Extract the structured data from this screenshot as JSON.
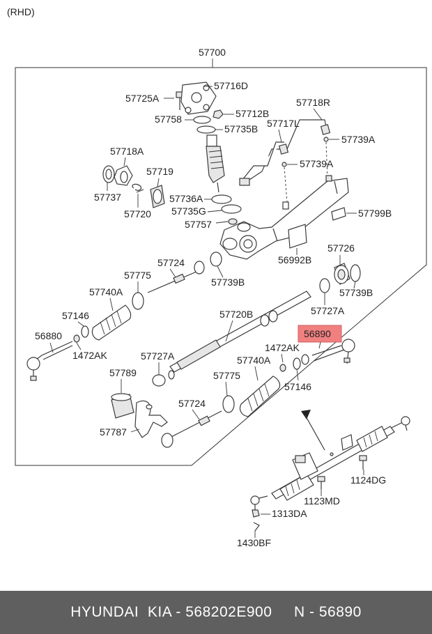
{
  "variant": "(RHD)",
  "assembly_number": "57700",
  "highlight_color": "#f08080",
  "footer_bg": "#5f5f5f",
  "labels": {
    "p57716D": "57716D",
    "p57725A": "57725A",
    "p57712B": "57712B",
    "p57758": "57758",
    "p57735B": "57735B",
    "p57718R": "57718R",
    "p57717L": "57717L",
    "p57739A_1": "57739A",
    "p57739A_2": "57739A",
    "p57718A": "57718A",
    "p57719": "57719",
    "p57737": "57737",
    "p57720": "57720",
    "p57736A": "57736A",
    "p57735G": "57735G",
    "p57757": "57757",
    "p57799B": "57799B",
    "p56992B": "56992B",
    "p57726": "57726",
    "p57775_1": "57775",
    "p57724_1": "57724",
    "p57740A_1": "57740A",
    "p57739B_1": "57739B",
    "p57739B_2": "57739B",
    "p57727A_1": "57727A",
    "p57146_1": "57146",
    "p57720B": "57720B",
    "p56880": "56880",
    "p1472AK_1": "1472AK",
    "p56890": "56890",
    "p1472AK_2": "1472AK",
    "p57727A_2": "57727A",
    "p57740A_2": "57740A",
    "p57789": "57789",
    "p57775_2": "57775",
    "p57146_2": "57146",
    "p57724_2": "57724",
    "p57787": "57787",
    "p1124DG": "1124DG",
    "p1123MD": "1123MD",
    "p1313DA": "1313DA",
    "p1430BF": "1430BF"
  },
  "footer": {
    "text": "HYUNDAI  KIA - 568202E900     N - 56890"
  }
}
